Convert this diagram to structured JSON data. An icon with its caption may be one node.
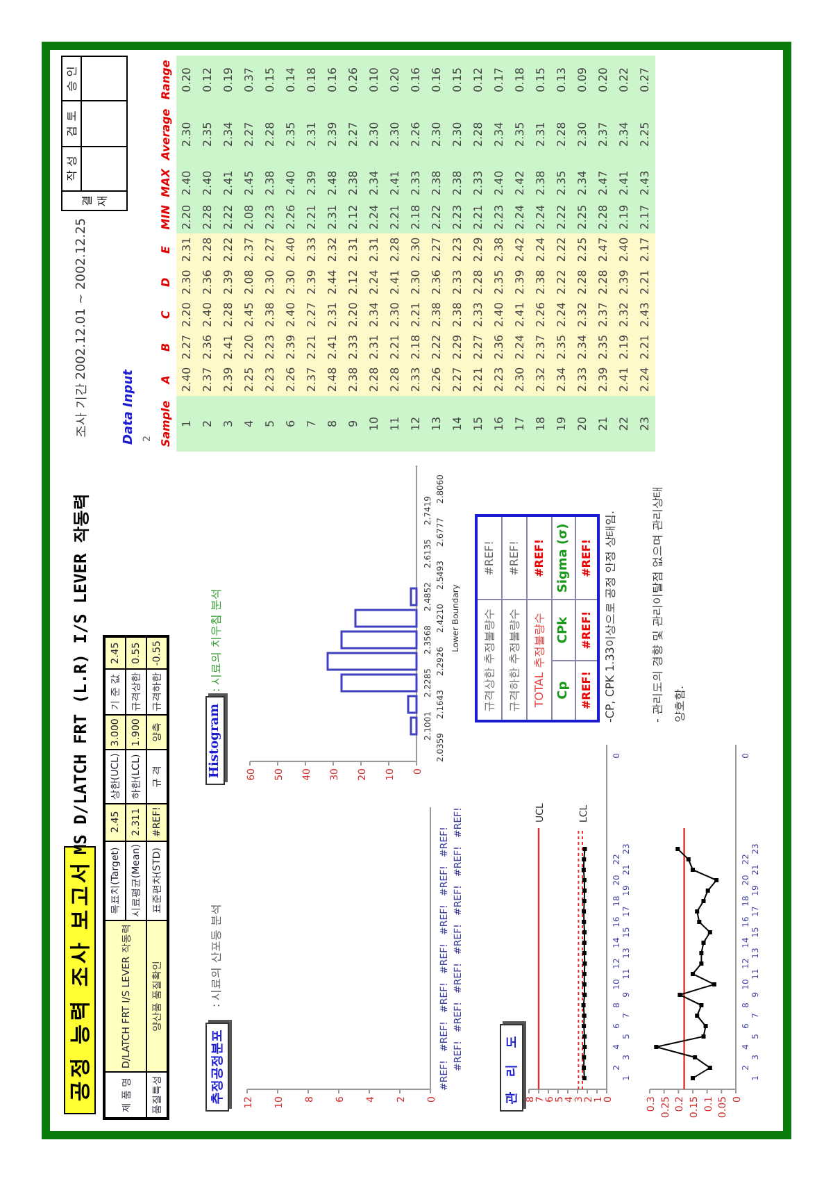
{
  "diagram": {
    "title": "공정 능력 조사 보고서",
    "labels": [
      "MS D/LATCH FRT (L.R) I/S LEVER 작동력",
      "제 품 명",
      "D/LATCH FRT I/S LEVER 작동력",
      "목표치(Target)",
      "2.45",
      "상한(UCL)",
      "3.000",
      "기 준 값",
      "2.45",
      "시료평균(Mean)",
      "2.311",
      "하한(LCL)",
      "1.900",
      "규격상한",
      "0.55",
      "품질특성",
      "양산품 품질확인",
      "표준편차(STD)",
      "#REF!",
      "규 격",
      "양측",
      "규격하한",
      "-0.55",
      "결재",
      "작 성",
      "검 토",
      "승 인",
      "조사 기간 2002.12.01 ~ 2002.12.25",
      "Data Input",
      "2",
      "Sample",
      "A",
      "B",
      "C",
      "D",
      "E",
      "MIN",
      "MAX",
      "Average",
      "Range",
      "1",
      "2.40",
      "2.27",
      "2.20",
      "2.30",
      "2.31",
      "2.20",
      "2.40",
      "2.30",
      "0.20",
      "2",
      "2.37",
      "2.36",
      "2.40",
      "2.36",
      "2.28",
      "2.28",
      "2.40",
      "2.35",
      "0.12",
      "3",
      "2.39",
      "2.41",
      "2.28",
      "2.39",
      "2.22",
      "2.22",
      "2.41",
      "2.34",
      "0.19",
      "4",
      "2.25",
      "2.20",
      "2.45",
      "2.08",
      "2.37",
      "2.08",
      "2.45",
      "2.27",
      "0.37",
      "5",
      "2.23",
      "2.23",
      "2.38",
      "2.30",
      "2.27",
      "2.23",
      "2.38",
      "2.28",
      "0.15",
      "6",
      "2.26",
      "2.39",
      "2.40",
      "2.30",
      "2.40",
      "2.26",
      "2.40",
      "2.35",
      "0.14",
      "7",
      "2.37",
      "2.21",
      "2.27",
      "2.39",
      "2.33",
      "2.21",
      "2.39",
      "2.31",
      "0.18",
      "8",
      "2.48",
      "2.41",
      "2.31",
      "2.44",
      "2.32",
      "2.31",
      "2.48",
      "2.39",
      "0.16",
      "9",
      "2.38",
      "2.33",
      "2.20",
      "2.12",
      "2.31",
      "2.12",
      "2.38",
      "2.27",
      "0.26",
      "10",
      "2.28",
      "2.31",
      "2.34",
      "2.24",
      "2.31",
      "2.24",
      "2.34",
      "2.30",
      "0.10",
      "11",
      "2.28",
      "2.21",
      "2.30",
      "2.41",
      "2.28",
      "2.21",
      "2.41",
      "2.30",
      "0.20",
      "12",
      "2.33",
      "2.18",
      "2.21",
      "2.30",
      "2.30",
      "2.18",
      "2.33",
      "2.26",
      "0.16",
      "13",
      "2.26",
      "2.22",
      "2.38",
      "2.36",
      "2.27",
      "2.22",
      "2.38",
      "2.30",
      "0.16",
      "14",
      "2.27",
      "2.29",
      "2.38",
      "2.33",
      "2.23",
      "2.23",
      "2.38",
      "2.30",
      "0.15",
      "15",
      "2.21",
      "2.27",
      "2.33",
      "2.28",
      "2.29",
      "2.21",
      "2.33",
      "2.28",
      "0.12",
      "16",
      "2.23",
      "2.36",
      "2.40",
      "2.35",
      "2.38",
      "2.23",
      "2.40",
      "2.34",
      "0.17",
      "17",
      "2.30",
      "2.24",
      "2.41",
      "2.39",
      "2.42",
      "2.24",
      "2.42",
      "2.35",
      "0.18",
      "18",
      "2.32",
      "2.37",
      "2.26",
      "2.38",
      "2.24",
      "2.24",
      "2.38",
      "2.31",
      "0.15",
      "19",
      "2.34",
      "2.35",
      "2.24",
      "2.22",
      "2.22",
      "2.22",
      "2.35",
      "2.28",
      "0.13",
      "20",
      "2.33",
      "2.34",
      "2.32",
      "2.28",
      "2.25",
      "2.25",
      "2.34",
      "2.30",
      "0.09",
      "21",
      "2.39",
      "2.35",
      "2.37",
      "2.28",
      "2.47",
      "2.28",
      "2.47",
      "2.37",
      "0.20",
      "22",
      "2.41",
      "2.19",
      "2.32",
      "2.39",
      "2.40",
      "2.19",
      "2.41",
      "2.34",
      "0.22",
      "23",
      "2.24",
      "2.21",
      "2.43",
      "2.21",
      "2.17",
      "2.17",
      "2.43",
      "2.25",
      "0.27",
      "추정공정분포",
      ": 시료의 산포등 분석",
      "12",
      "10",
      "8",
      "6",
      "4",
      "2",
      "0",
      "#REF!",
      "#REF!",
      "#REF!",
      "#REF!",
      "#REF!",
      "#REF!",
      "#REF!",
      "#REF!",
      "#REF!",
      "#REF!",
      "#REF!",
      "#REF!",
      "#REF!",
      "#REF!",
      "Histogram",
      ": 시료의 치우침 분석",
      "60",
      "50",
      "40",
      "30",
      "20",
      "10",
      "0",
      "2.0359",
      "2.1001",
      "2.1643",
      "2.2285",
      "2.2926",
      "2.3568",
      "2.4210",
      "2.4852",
      "2.5493",
      "2.6135",
      "2.6777",
      "2.7419",
      "2.8060",
      "Lower Boundary",
      "규격상한 추정불량수",
      "#REF!",
      "규격하한 추정불량수",
      "#REF!",
      "TOTAL 추정불량수",
      "#REF!",
      "Cp",
      "CPk",
      "Sigma (σ)",
      "#REF!",
      "#REF!",
      "#REF!",
      "-CP, CPK 1.33이상으로 공정 안정 상태임.",
      "- 관리도의 경향 및 관리이탈점 없으며 관리상태 양호함.",
      "관 리 도",
      "8",
      "7",
      "6",
      "5",
      "4",
      "3",
      "2",
      "1",
      "0",
      "UCL",
      "LCL",
      "1",
      "2",
      "3",
      "4",
      "5",
      "6",
      "7",
      "8",
      "9",
      "10",
      "11",
      "12",
      "13",
      "14",
      "15",
      "16",
      "17",
      "18",
      "19",
      "20",
      "21",
      "22",
      "23",
      "0",
      "0.3",
      "0.25",
      "0.2",
      "0.15",
      "0.1",
      "0.05",
      "0",
      "1",
      "2",
      "3",
      "4",
      "5",
      "6",
      "7",
      "8",
      "9",
      "10",
      "11",
      "12",
      "13",
      "14",
      "15",
      "16",
      "17",
      "18",
      "19",
      "20",
      "21",
      "22",
      "23",
      "0"
    ]
  }
}
